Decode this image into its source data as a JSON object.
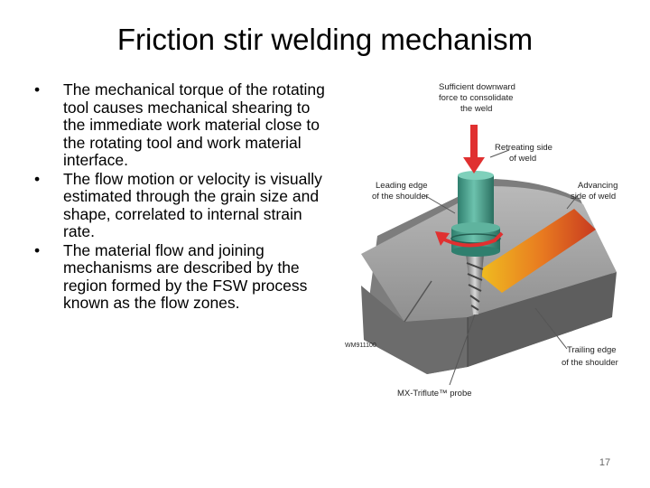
{
  "slide": {
    "title": "Friction stir welding mechanism",
    "bullets": [
      "The mechanical torque of the rotating tool causes mechanical shearing to the immediate work material close to the rotating tool and work material interface.",
      "The flow motion or velocity is visually estimated through the grain size and shape, correlated to internal strain rate.",
      "The material flow and joining mechanisms are described by the region formed by the FSW process known as the flow zones."
    ],
    "page_number": "17"
  },
  "figure": {
    "labels": {
      "downward_force": [
        "Sufficient downward",
        "force to consolidate",
        "the weld"
      ],
      "retreating_side": [
        "Retreating side",
        "of weld"
      ],
      "leading_edge": [
        "Leading edge",
        "of the shoulder"
      ],
      "advancing_side": [
        "Advancing",
        "side of weld"
      ],
      "trailing_edge": [
        "Trailing edge",
        "of the shoulder"
      ],
      "probe": "MX-Triflute™ probe",
      "code": "WM911100"
    },
    "colors": {
      "arrow": "#e03030",
      "tool": "#3f9a86",
      "workpiece": "#8c8c8c"
    }
  }
}
